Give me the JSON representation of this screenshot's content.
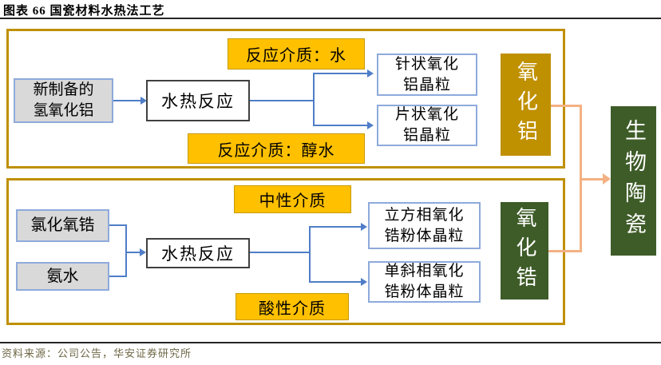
{
  "palette": {
    "panel_border_gold": "#BF9000",
    "label_yellow": "#FFC000",
    "product_gold": "#BF9000",
    "product_green": "#3E5C28",
    "connector_blue": "#4F7DC8",
    "connector_orange": "#F4B183",
    "input_gray_fill": "#D9D9D9",
    "box_blue_border": "#8EAADB"
  },
  "header": {
    "title": "图表 66 国瓷材料水热法工艺"
  },
  "alumina_flow": {
    "input": {
      "line1": "新制备的",
      "line2": "氢氧化铝"
    },
    "reaction_label": "水热反应",
    "medium_water": "反应介质：水",
    "medium_alcohol": "反应介质：醇水",
    "output_needle": {
      "line1": "针状氧化",
      "line2": "铝晶粒"
    },
    "output_flake": {
      "line1": "片状氧化",
      "line2": "铝晶粒"
    },
    "product": "氧化铝"
  },
  "zirconia_flow": {
    "input_zirconium": "氯化氧锆",
    "input_ammonia": "氨水",
    "reaction_label": "水热反应",
    "medium_neutral": "中性介质",
    "medium_acidic": "酸性介质",
    "output_cubic": {
      "line1": "立方相氧化",
      "line2": "锆粉体晶粒"
    },
    "output_monoclinic": {
      "line1": "单斜相氧化",
      "line2": "锆粉体晶粒"
    },
    "product": "氧化锆"
  },
  "final_product": "生物陶瓷",
  "footer": {
    "source": "资料来源：公司公告，华安证券研究所"
  }
}
